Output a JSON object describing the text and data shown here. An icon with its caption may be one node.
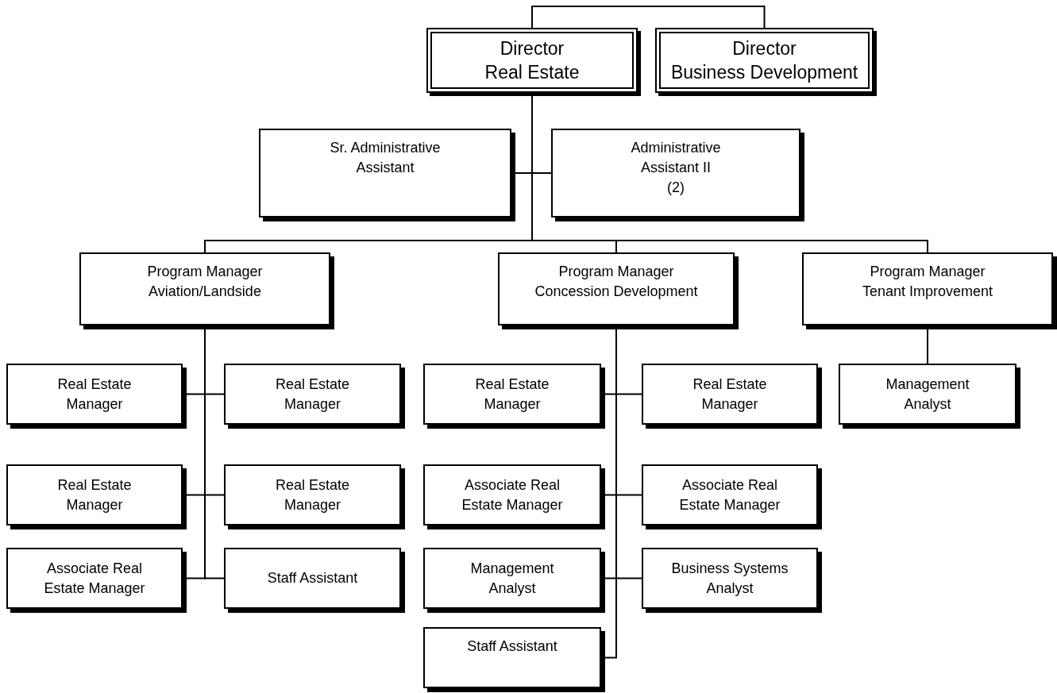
{
  "diagram": {
    "nodes": [
      {
        "text": [
          "Director",
          "Real Estate"
        ]
      },
      {
        "text": [
          "Director",
          "Business Development"
        ]
      },
      {
        "text": [
          "Sr. Administrative Assistant"
        ]
      },
      {
        "text": [
          "Administrative Assistant II",
          "(2)"
        ]
      },
      {
        "text": [
          "Program Manager",
          "Aviation/Landside"
        ]
      },
      {
        "text": [
          "Program Manager",
          "Concession Development"
        ]
      },
      {
        "text": [
          "Program Manager",
          "Tenant Improvement"
        ]
      },
      {
        "text": [
          "Real Estate Manager"
        ]
      },
      {
        "text": [
          "Real Estate Manager"
        ]
      },
      {
        "text": [
          "Real Estate Manager"
        ]
      },
      {
        "text": [
          "Real Estate Manager"
        ]
      },
      {
        "text": [
          "Associate Real Estate Manager"
        ]
      },
      {
        "text": [
          "Staff Assistant"
        ]
      },
      {
        "text": [
          "Real Estate Manager"
        ]
      },
      {
        "text": [
          "Real Estate Manager"
        ]
      },
      {
        "text": [
          "Associate Real Estate Manager"
        ]
      },
      {
        "text": [
          "Associate Real Estate Manager"
        ]
      },
      {
        "text": [
          "Management Analyst"
        ]
      },
      {
        "text": [
          "Business Systems Analyst"
        ]
      },
      {
        "text": [
          "Staff Assistant"
        ]
      },
      {
        "text": [
          "Management Analyst"
        ]
      }
    ],
    "edges": [
      {
        "from": 0,
        "to": 1,
        "arrow": "none"
      },
      {
        "from": 0,
        "to": 2,
        "arrow": "none"
      },
      {
        "from": 0,
        "to": 3,
        "arrow": "none"
      },
      {
        "from": 0,
        "to": 4,
        "arrow": "none"
      },
      {
        "from": 0,
        "to": 5,
        "arrow": "none"
      },
      {
        "from": 0,
        "to": 6,
        "arrow": "none"
      },
      {
        "from": 4,
        "to": 7,
        "arrow": "none"
      },
      {
        "from": 4,
        "to": 8,
        "arrow": "none"
      },
      {
        "from": 4,
        "to": 9,
        "arrow": "none"
      },
      {
        "from": 4,
        "to": 10,
        "arrow": "none"
      },
      {
        "from": 4,
        "to": 11,
        "arrow": "none"
      },
      {
        "from": 4,
        "to": 12,
        "arrow": "none"
      },
      {
        "from": 5,
        "to": 13,
        "arrow": "none"
      },
      {
        "from": 5,
        "to": 14,
        "arrow": "none"
      },
      {
        "from": 5,
        "to": 15,
        "arrow": "none"
      },
      {
        "from": 5,
        "to": 16,
        "arrow": "none"
      },
      {
        "from": 5,
        "to": 17,
        "arrow": "none"
      },
      {
        "from": 5,
        "to": 18,
        "arrow": "none"
      },
      {
        "from": 5,
        "to": 19,
        "arrow": "none"
      },
      {
        "from": 6,
        "to": 20,
        "arrow": "none"
      }
    ]
  }
}
